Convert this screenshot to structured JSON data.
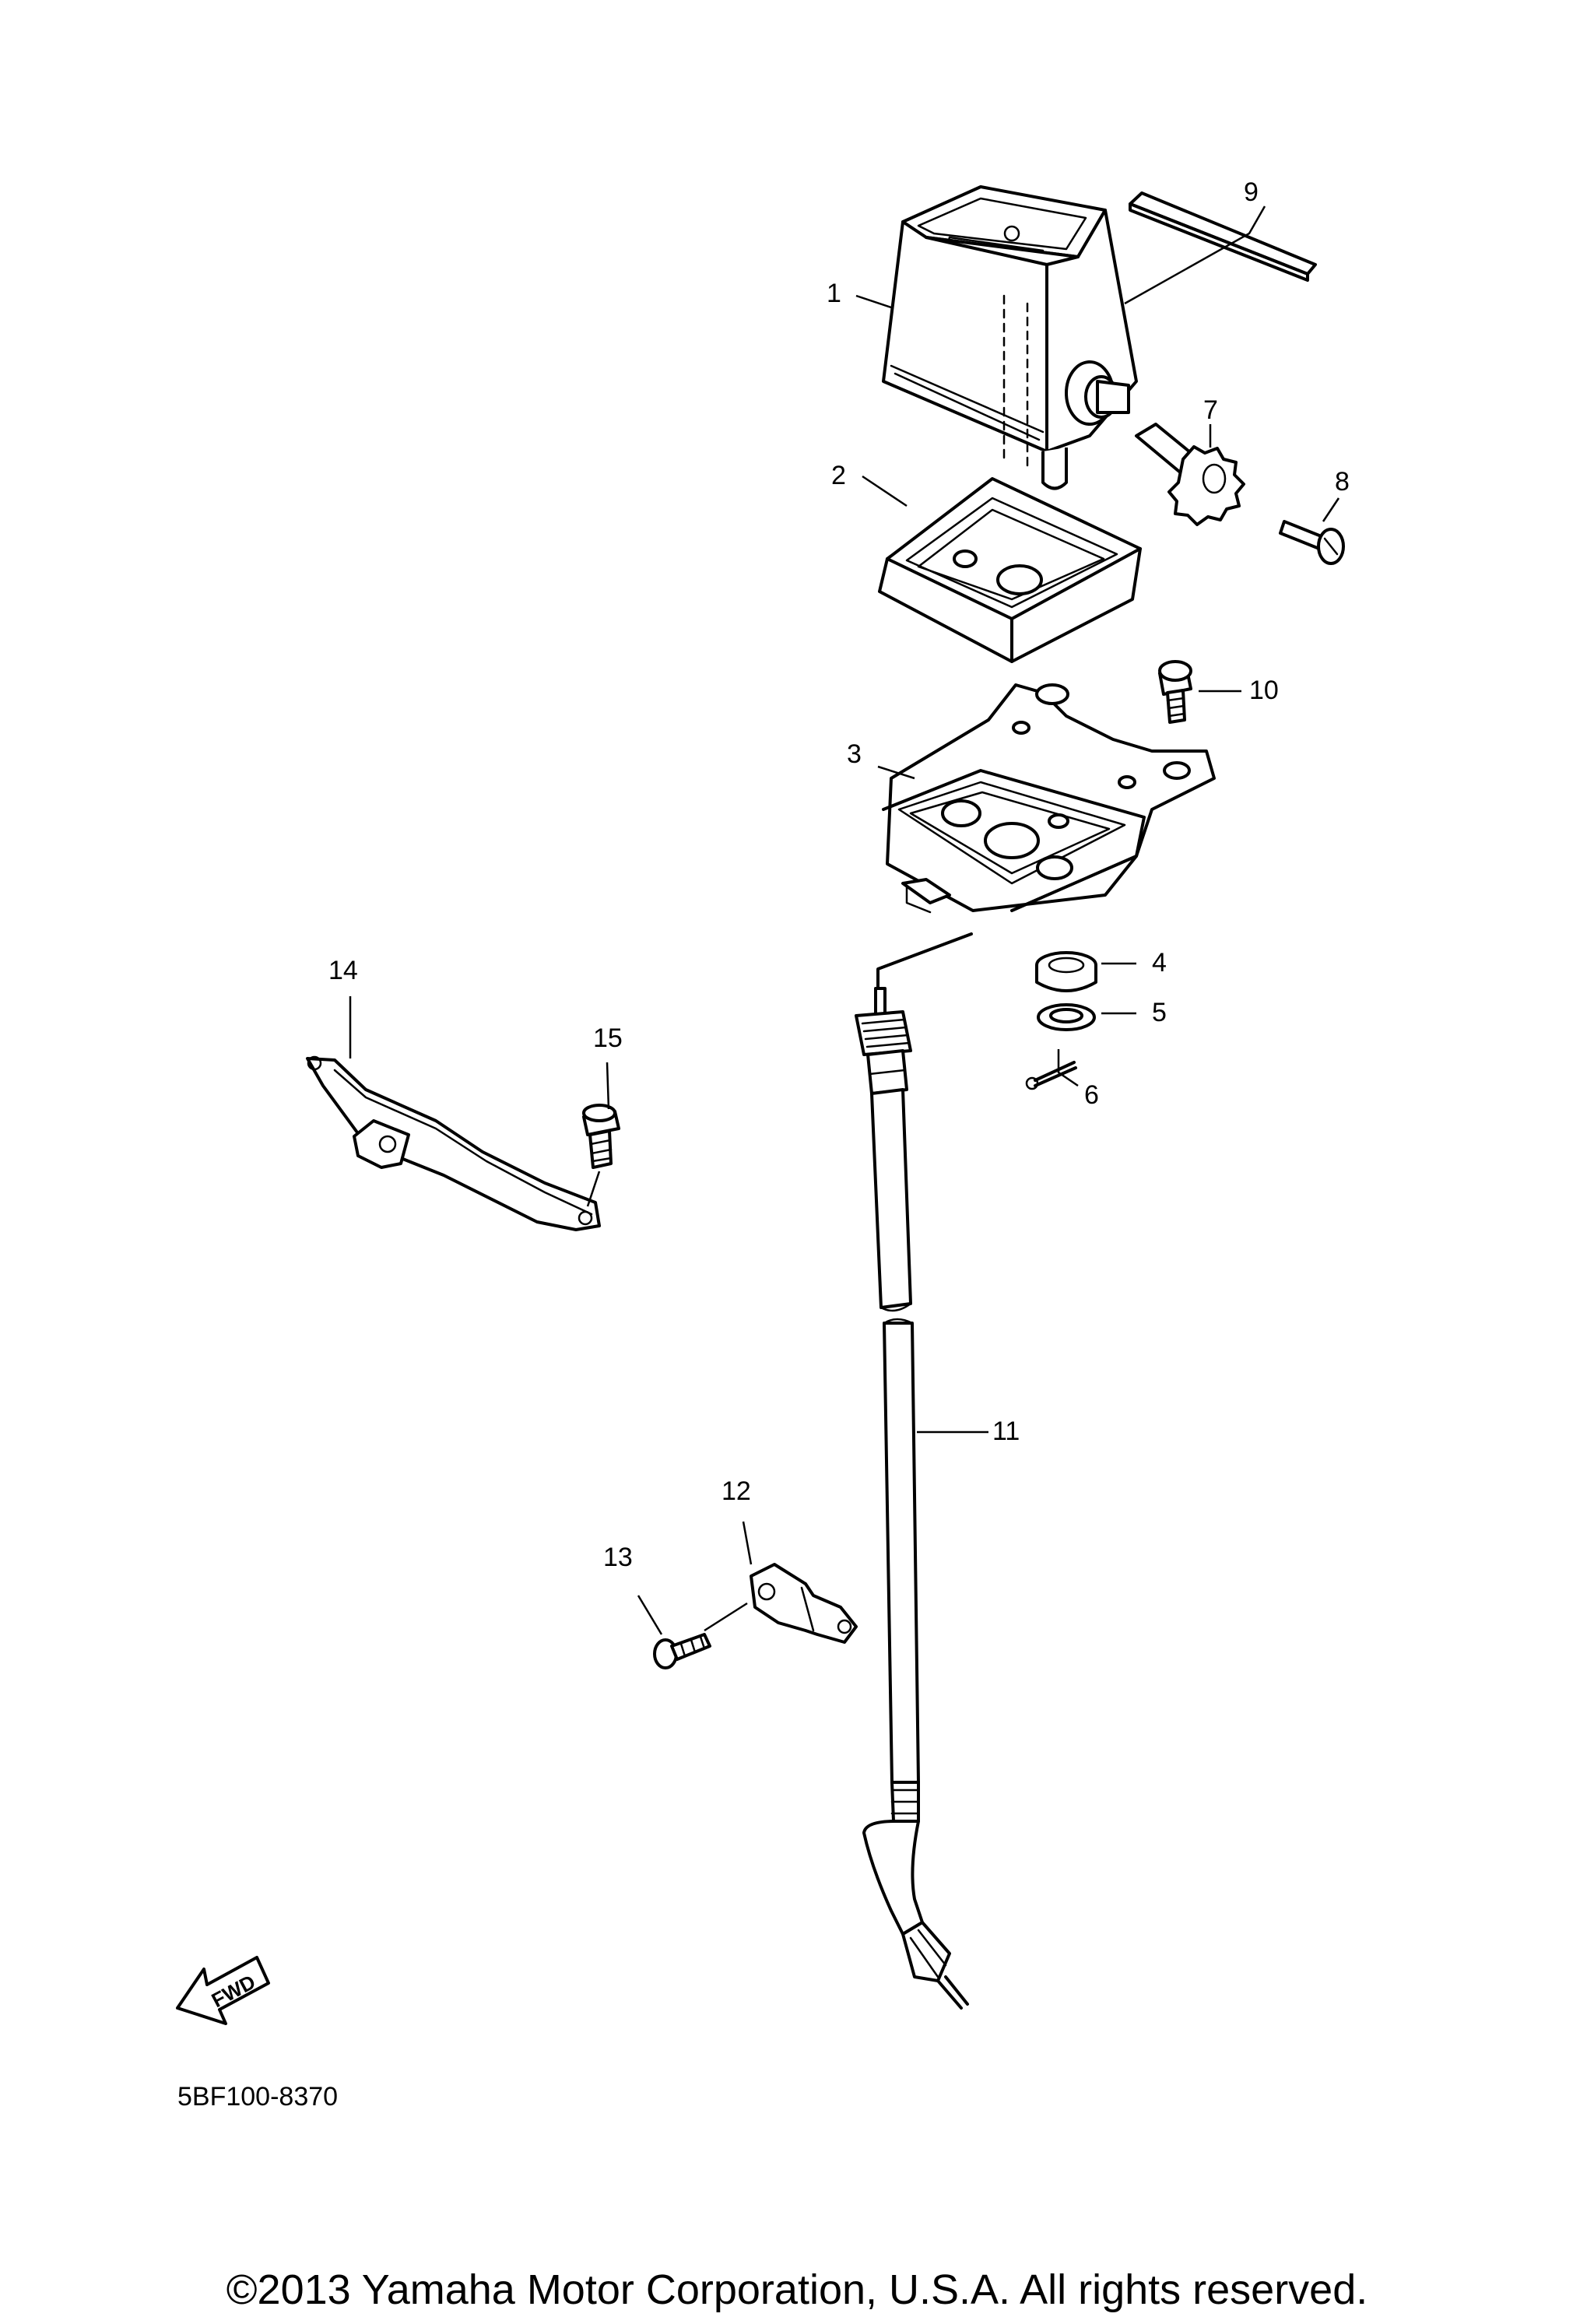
{
  "diagram": {
    "part_code": "5BF100-8370",
    "copyright": "©2013 Yamaha Motor Corporation, U.S.A. All rights reserved.",
    "fwd_label": "FWD",
    "callouts": [
      {
        "id": "1",
        "label": "1"
      },
      {
        "id": "2",
        "label": "2"
      },
      {
        "id": "3",
        "label": "3"
      },
      {
        "id": "4",
        "label": "4"
      },
      {
        "id": "5",
        "label": "5"
      },
      {
        "id": "6",
        "label": "6"
      },
      {
        "id": "7",
        "label": "7"
      },
      {
        "id": "8",
        "label": "8"
      },
      {
        "id": "9",
        "label": "9"
      },
      {
        "id": "10",
        "label": "10"
      },
      {
        "id": "11",
        "label": "11"
      },
      {
        "id": "12",
        "label": "12"
      },
      {
        "id": "13",
        "label": "13"
      },
      {
        "id": "14",
        "label": "14"
      },
      {
        "id": "15",
        "label": "15"
      }
    ]
  }
}
